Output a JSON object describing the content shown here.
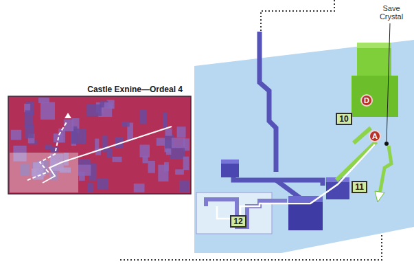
{
  "diagram": {
    "title": "Castle Exnine—Ordeal 4",
    "nodes": [
      {
        "text": [
          "D"
        ]
      },
      {
        "text": [
          "10"
        ]
      },
      {
        "text": [
          "A"
        ]
      },
      {
        "text": [
          "11"
        ]
      },
      {
        "text": [
          "12"
        ]
      }
    ],
    "labels": [
      "Save Crystal"
    ]
  }
}
